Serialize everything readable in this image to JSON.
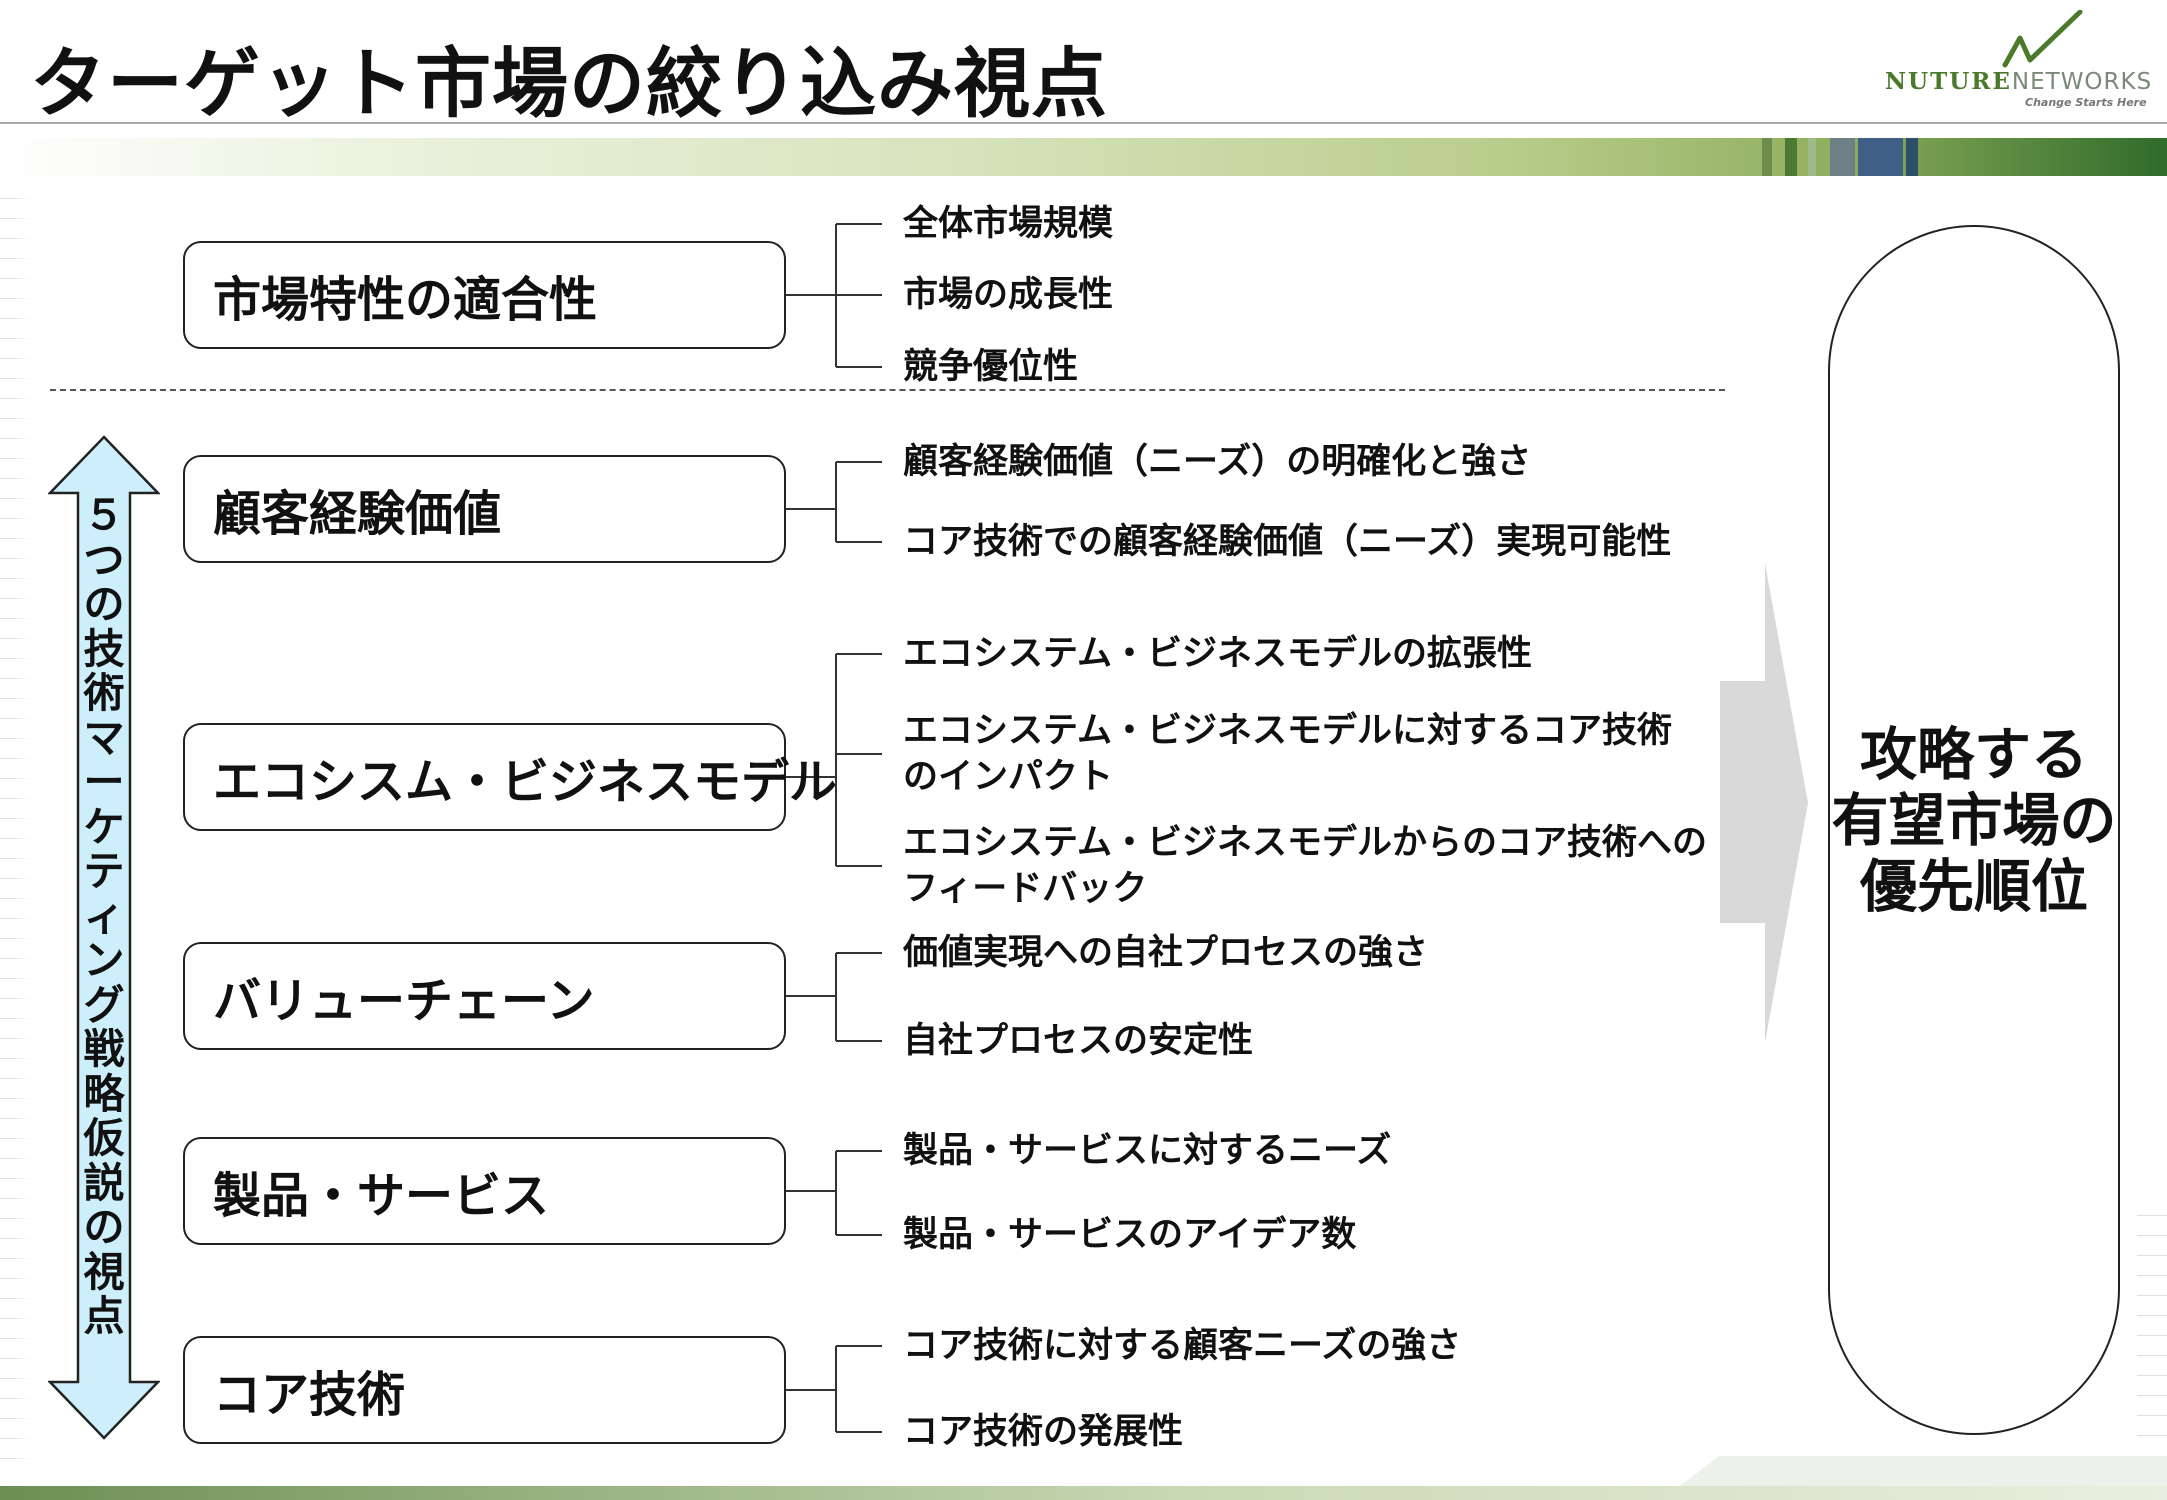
{
  "title": "ターゲット市場の絞り込み視点",
  "logo": {
    "brand": "NUTURE",
    "brand2": "NETWORKS",
    "tagline": "Change Starts Here"
  },
  "categories": [
    {
      "label": "市場特性の適合性",
      "items": [
        "全体市場規模",
        "市場の成長性",
        "競争優位性"
      ]
    },
    {
      "label": "顧客経験価値",
      "items": [
        "顧客経験価値（ニーズ）の明確化と強さ",
        "コア技術での顧客経験価値（ニーズ）実現可能性"
      ]
    },
    {
      "label": "エコシスム・ビジネスモデル",
      "items": [
        [
          "エコシステム・ビジネスモデルの拡張性"
        ],
        [
          "エコシステム・ビジネスモデルに対するコア技術",
          "のインパクト"
        ],
        [
          "エコシステム・ビジネスモデルからのコア技術への",
          "フィードバック"
        ]
      ]
    },
    {
      "label": "バリューチェーン",
      "items": [
        "価値実現への自社プロセスの強さ",
        "自社プロセスの安定性"
      ]
    },
    {
      "label": "製品・サービス",
      "items": [
        "製品・サービスに対するニーズ",
        "製品・サービスのアイデア数"
      ]
    },
    {
      "label": "コア技術",
      "items": [
        "コア技術に対する顧客ニーズの強さ",
        "コア技術の発展性"
      ]
    }
  ],
  "vertical_label": "５つの技術マーケティング戦略仮説の視点",
  "result": {
    "line1": "攻略する",
    "line2": "有望市場の",
    "line3": "優先順位"
  }
}
